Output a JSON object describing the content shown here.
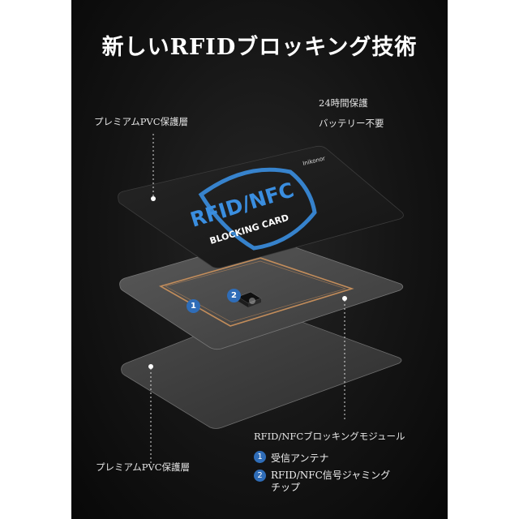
{
  "title": "新しいRFIDブロッキング技術",
  "labels": {
    "top_layer": "プレミアムPVC保護層",
    "bottom_layer": "プレミアムPVC保護層",
    "protection": "24時間保護",
    "battery": "バッテリー不要",
    "module": "RFID/NFCブロッキングモジュール"
  },
  "card": {
    "brand": "Inikonor",
    "rfid_text": "RFID/NFC",
    "blocking_text": "BLOCKING CARD"
  },
  "features": [
    {
      "num": "1",
      "text": "受信アンテナ"
    },
    {
      "num": "2",
      "text": "RFID/NFC信号ジャミング",
      "text2": "チップ"
    }
  ],
  "colors": {
    "background": "#141414",
    "card_dark": "#1b1b1b",
    "card_mid": "#444444",
    "accent_blue": "#3a8ee0",
    "badge_blue": "#2f6db8",
    "antenna": "#c9905c"
  }
}
